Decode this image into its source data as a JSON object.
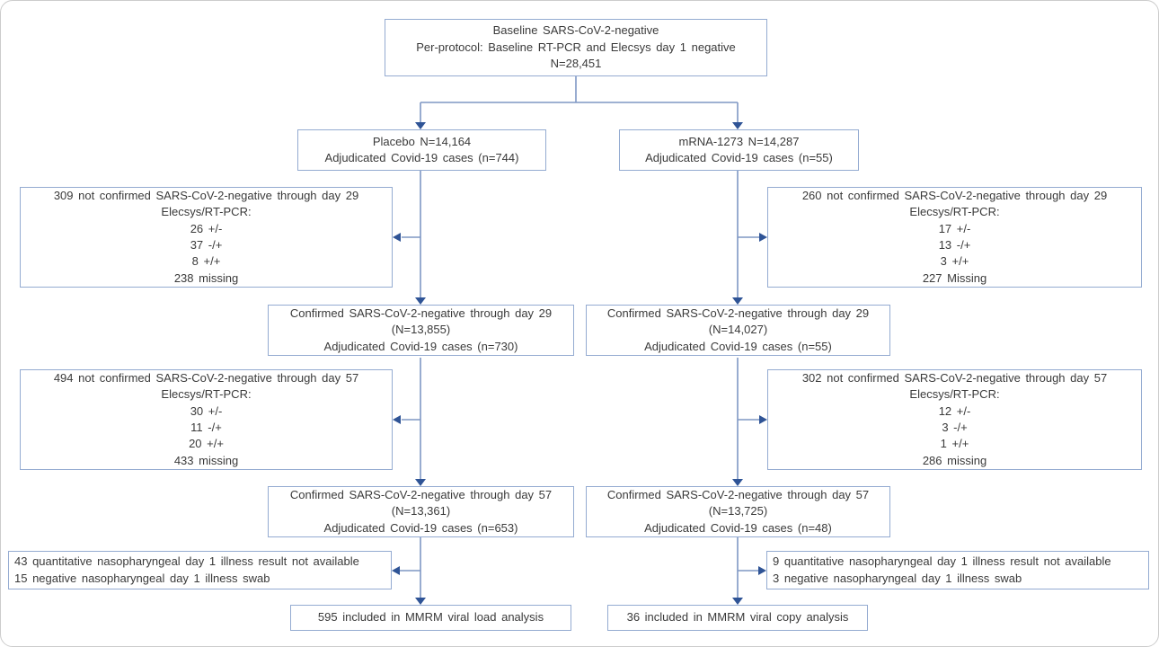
{
  "figure": {
    "description": "Participant flow diagram (CONSORT style) for baseline SARS-CoV-2-negative per-protocol population"
  },
  "colors": {
    "box_border": "#94abd1",
    "line": "#7f97c4",
    "arrow": "#2f5496",
    "text": "#3a3a3a"
  },
  "boxes": {
    "baseline": {
      "lines": [
        "Baseline SARS-CoV-2-negative",
        "Per-protocol: Baseline RT-PCR and Elecsys day 1 negative",
        "N=28,451"
      ]
    },
    "placebo": {
      "lines": [
        "Placebo N=14,164",
        "Adjudicated Covid-19 cases (n=744)"
      ]
    },
    "mrna1273": {
      "lines": [
        "mRNA-1273 N=14,287",
        "Adjudicated Covid-19 cases (n=55)"
      ]
    },
    "excluded_placebo_day29": {
      "lines": [
        "309 not confirmed SARS-CoV-2-negative through day 29",
        "Elecsys/RT-PCR:",
        "26 +/-",
        "37 -/+",
        "8 +/+",
        "238 missing"
      ]
    },
    "excluded_mrna_day29": {
      "lines": [
        "260 not confirmed SARS-CoV-2-negative through day 29",
        "Elecsys/RT-PCR:",
        "17 +/-",
        "13 -/+",
        "3 +/+",
        "227 Missing"
      ]
    },
    "confirmed_placebo_day29": {
      "lines": [
        "Confirmed SARS-CoV-2-negative through day 29",
        "(N=13,855)",
        "Adjudicated Covid-19 cases (n=730)"
      ]
    },
    "confirmed_mrna_day29": {
      "lines": [
        "Confirmed SARS-CoV-2-negative through day 29",
        "(N=14,027)",
        "Adjudicated Covid-19 cases (n=55)"
      ]
    },
    "excluded_placebo_day57": {
      "lines": [
        "494 not confirmed SARS-CoV-2-negative through day 57",
        "Elecsys/RT-PCR:",
        "30 +/-",
        "11 -/+",
        "20 +/+",
        "433 missing"
      ]
    },
    "excluded_mrna_day57": {
      "lines": [
        "302 not confirmed SARS-CoV-2-negative through day 57",
        "Elecsys/RT-PCR:",
        "12 +/-",
        "3 -/+",
        "1 +/+",
        "286 missing"
      ]
    },
    "confirmed_placebo_day57": {
      "lines": [
        "Confirmed SARS-CoV-2-negative through day 57",
        "(N=13,361)",
        "Adjudicated Covid-19 cases (n=653)"
      ]
    },
    "confirmed_mrna_day57": {
      "lines": [
        "Confirmed SARS-CoV-2-negative through day 57",
        "(N=13,725)",
        "Adjudicated Covid-19 cases (n=48)"
      ]
    },
    "excluded_placebo_final": {
      "lines": [
        "43 quantitative nasopharyngeal day 1 illness result not available",
        "15 negative nasopharyngeal day 1 illness swab"
      ]
    },
    "excluded_mrna_final": {
      "lines": [
        "9 quantitative nasopharyngeal day 1 illness result not available",
        "3 negative nasopharyngeal day 1 illness swab"
      ]
    },
    "analysis_placebo": {
      "lines": [
        "595 included in MMRM viral load analysis"
      ]
    },
    "analysis_mrna": {
      "lines": [
        "36 included in MMRM viral copy analysis"
      ]
    }
  }
}
